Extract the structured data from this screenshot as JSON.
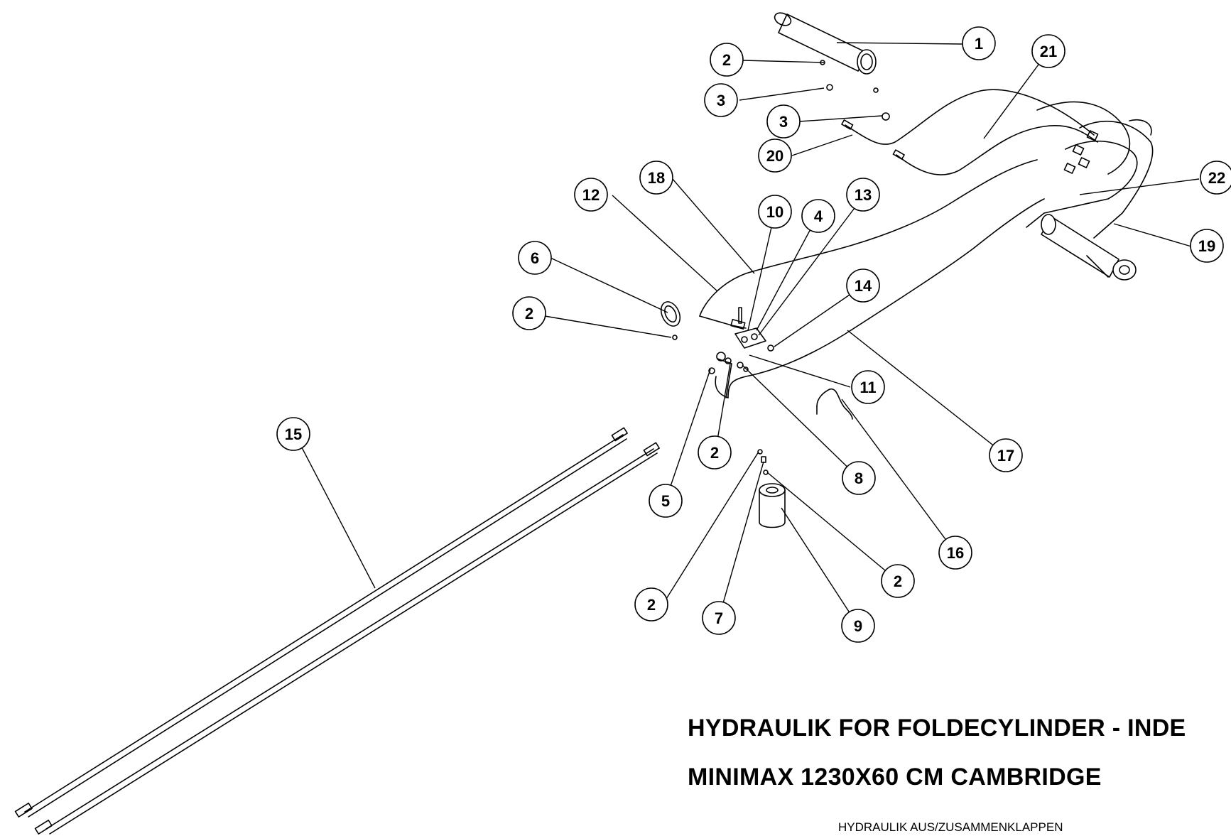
{
  "title": {
    "line1": "HYDRAULIK FOR FOLDECYLINDER - INDE",
    "line2": "MINIMAX 1230X60 CM CAMBRIDGE"
  },
  "subtitle": {
    "line1": "HYDRAULIK AUS/ZUSAMMENKLAPPEN"
  },
  "callouts": [
    {
      "label": "1"
    },
    {
      "label": "2"
    },
    {
      "label": "3"
    },
    {
      "label": "3"
    },
    {
      "label": "21"
    },
    {
      "label": "20"
    },
    {
      "label": "22"
    },
    {
      "label": "19"
    },
    {
      "label": "18"
    },
    {
      "label": "12"
    },
    {
      "label": "10"
    },
    {
      "label": "4"
    },
    {
      "label": "13"
    },
    {
      "label": "6"
    },
    {
      "label": "2"
    },
    {
      "label": "14"
    },
    {
      "label": "11"
    },
    {
      "label": "17"
    },
    {
      "label": "15"
    },
    {
      "label": "2"
    },
    {
      "label": "5"
    },
    {
      "label": "8"
    },
    {
      "label": "16"
    },
    {
      "label": "2"
    },
    {
      "label": "2"
    },
    {
      "label": "7"
    },
    {
      "label": "9"
    }
  ]
}
